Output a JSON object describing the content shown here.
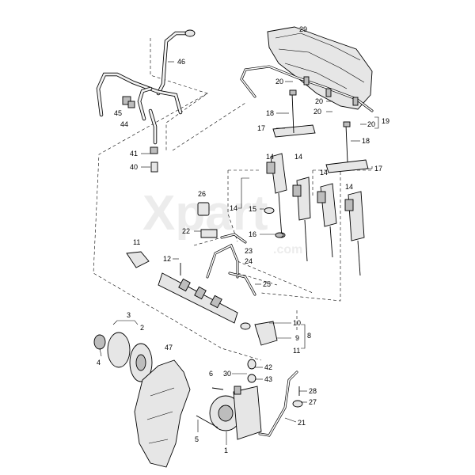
{
  "watermark": {
    "big": "Xpart",
    "small": ".com"
  },
  "labels": {
    "l1": "1",
    "l2": "2",
    "l3": "3",
    "l4": "4",
    "l5": "5",
    "l6": "6",
    "l8": "8",
    "l9": "9",
    "l10": "10",
    "l11a": "11",
    "l11b": "11",
    "l12": "12",
    "l14a": "14",
    "l14b": "14",
    "l14c": "14",
    "l14d": "14",
    "l14e": "14",
    "l15": "15",
    "l16": "16",
    "l17a": "17",
    "l17b": "17",
    "l18a": "18",
    "l18b": "18",
    "l19": "19",
    "l20a": "20",
    "l20b": "20",
    "l20c": "20",
    "l20d": "20",
    "l21": "21",
    "l22": "22",
    "l23": "23",
    "l24": "24",
    "l25": "25",
    "l26": "26",
    "l27": "27",
    "l28": "28",
    "l29": "29",
    "l30": "30",
    "l40": "40",
    "l41": "41",
    "l42": "42",
    "l43": "43",
    "l44": "44",
    "l45": "45",
    "l46": "46",
    "l47": "47"
  }
}
